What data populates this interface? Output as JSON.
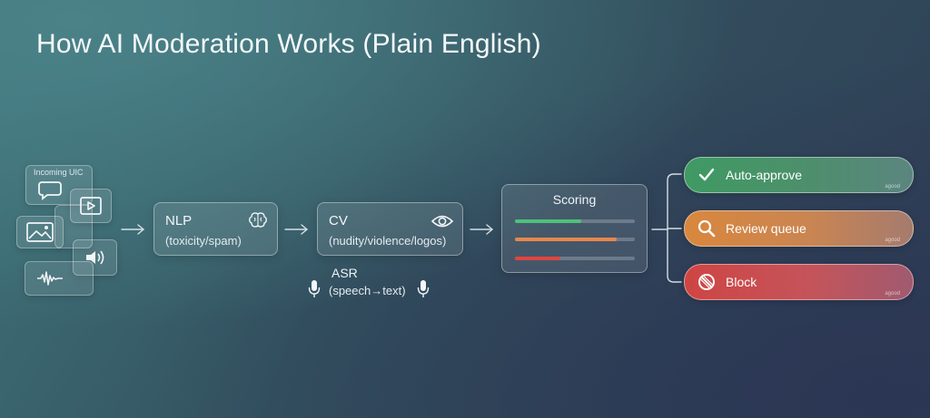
{
  "title": "How AI Moderation Works (Plain English)",
  "input": {
    "label": "Incoming UIC",
    "icons": [
      "chat-bubble-icon",
      "image-icon",
      "play-video-icon",
      "speaker-icon",
      "audio-waveform-icon"
    ]
  },
  "nlp": {
    "title": "NLP",
    "subtitle": "(toxicity/spam)",
    "icon": "brain-icon"
  },
  "cv": {
    "title": "CV",
    "subtitle": "(nudity/violence/logos)",
    "icon": "eye-icon"
  },
  "asr": {
    "title": "ASR",
    "subtitle": "(speech→text)",
    "icon": "microphone-icon"
  },
  "scoring": {
    "title": "Scoring",
    "bars": [
      {
        "color": "#4cc27a",
        "level": 0.55
      },
      {
        "color": "#e8874a",
        "level": 0.85
      },
      {
        "color": "#e0453f",
        "level": 0.38
      }
    ]
  },
  "outcomes": {
    "approve": {
      "label": "Auto-approve",
      "tag": "agood",
      "icon": "checkmark-icon"
    },
    "review": {
      "label": "Review queue",
      "tag": "agood",
      "icon": "magnifier-icon"
    },
    "block": {
      "label": "Block",
      "tag": "agood",
      "icon": "block-icon"
    }
  },
  "colors": {
    "approve": "#3f9a63",
    "review": "#d9873d",
    "block": "#cf4543"
  }
}
